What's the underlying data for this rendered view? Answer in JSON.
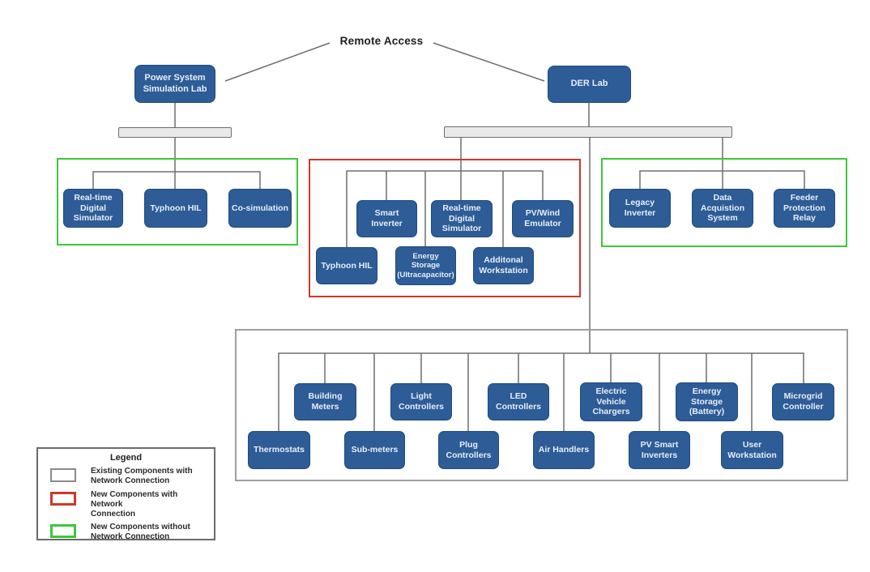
{
  "remote_access_label": "Remote Access",
  "colors": {
    "node_fill": "#2d5c97",
    "node_border": "#1f4c80",
    "node_text": "#e8eef7",
    "existing_network_gray": "#9e9e9e",
    "new_with_network_red": "#cc3929",
    "new_without_network_green": "#3dc73d",
    "bus_fill": "#e9e9e9",
    "bus_border": "#6f6f6f",
    "wire": "#6f6f6f"
  },
  "labs": {
    "power_system_simulation_lab": "Power System\nSimulation Lab",
    "der_lab": "DER Lab"
  },
  "groups": {
    "simulation_lab": {
      "realtime_digital_simulator": "Real-time\nDigital\nSimulator",
      "typhoon_hil": "Typhoon HIL",
      "co_simulation": "Co-simulation"
    },
    "der_new_networked": {
      "smart_inverter": "Smart\nInverter",
      "realtime_digital_simulator": "Real-time\nDigital\nSimulator",
      "pv_wind_emulator": "PV/Wind\nEmulator",
      "typhoon_hil": "Typhoon HIL",
      "energy_storage_ultracapacitor": "Energy\nStorage\n(Ultracapacitor)",
      "additional_workstation": "Additonal\nWorkstation"
    },
    "der_new_standalone": {
      "legacy_inverter": "Legacy\nInverter",
      "data_acquisition_system": "Data\nAcquistion\nSystem",
      "feeder_protection_relay": "Feeder\nProtection\nRelay"
    },
    "building_systems": {
      "building_meters": "Building\nMeters",
      "light_controllers": "Light\nControllers",
      "led_controllers": "LED\nControllers",
      "electric_vehicle_chargers": "Electric\nVehicle\nChargers",
      "energy_storage_battery": "Energy\nStorage\n(Battery)",
      "microgrid_controller": "Microgrid\nController",
      "thermostats": "Thermostats",
      "sub_meters": "Sub-meters",
      "plug_controllers": "Plug\nControllers",
      "air_handlers": "Air Handlers",
      "pv_smart_inverters": "PV Smart\nInverters",
      "user_workstation": "User\nWorkstation"
    }
  },
  "legend": {
    "title": "Legend",
    "items": [
      {
        "swatch": "existing-components-swatch",
        "label": "Existing Components with\nNetwork Connection"
      },
      {
        "swatch": "new-components-network-swatch",
        "label": "New Components with Network\nConnection"
      },
      {
        "swatch": "new-components-no-network-swatch",
        "label": "New Components without\nNetwork Connection"
      }
    ]
  }
}
